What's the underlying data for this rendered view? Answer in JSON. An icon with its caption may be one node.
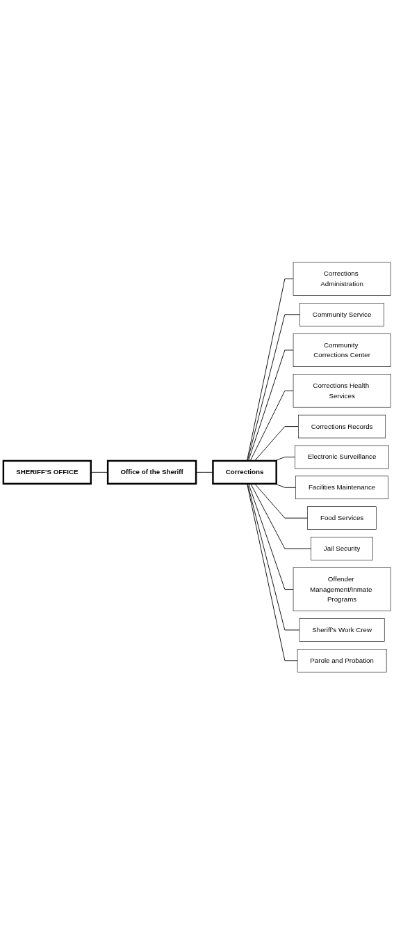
{
  "diagram": {
    "nodes": [
      {
        "text": [
          "SHERIFF’S OFFICE"
        ]
      },
      {
        "text": [
          "Office of the Sheriff"
        ]
      },
      {
        "text": [
          "Corrections"
        ]
      },
      {
        "text": [
          "Corrections Administration"
        ]
      },
      {
        "text": [
          "Community Service"
        ]
      },
      {
        "text": [
          "Community Corrections Center"
        ]
      },
      {
        "text": [
          "Corrections Health Services"
        ]
      },
      {
        "text": [
          "Corrections Records"
        ]
      },
      {
        "text": [
          "Electronic Surveillance"
        ]
      },
      {
        "text": [
          "Facilities Maintenance"
        ]
      },
      {
        "text": [
          "Food Services"
        ]
      },
      {
        "text": [
          "Jail Security"
        ]
      },
      {
        "text": [
          "Offender Management/Inmate Programs"
        ]
      },
      {
        "text": [
          "Sheriff’s Work Crew"
        ]
      },
      {
        "text": [
          "Parole and Probation"
        ]
      }
    ],
    "edges": [
      {
        "from": 0,
        "to": 1,
        "arrow": "none"
      },
      {
        "from": 1,
        "to": 2,
        "arrow": "none"
      },
      {
        "from": 2,
        "to": 3,
        "arrow": "none"
      },
      {
        "from": 2,
        "to": 4,
        "arrow": "none"
      },
      {
        "from": 2,
        "to": 5,
        "arrow": "none"
      },
      {
        "from": 2,
        "to": 6,
        "arrow": "none"
      },
      {
        "from": 2,
        "to": 7,
        "arrow": "none"
      },
      {
        "from": 2,
        "to": 8,
        "arrow": "none"
      },
      {
        "from": 2,
        "to": 9,
        "arrow": "none"
      },
      {
        "from": 2,
        "to": 10,
        "arrow": "none"
      },
      {
        "from": 2,
        "to": 11,
        "arrow": "none"
      },
      {
        "from": 2,
        "to": 12,
        "arrow": "none"
      },
      {
        "from": 2,
        "to": 13,
        "arrow": "none"
      },
      {
        "from": 2,
        "to": 14,
        "arrow": "none"
      }
    ]
  }
}
